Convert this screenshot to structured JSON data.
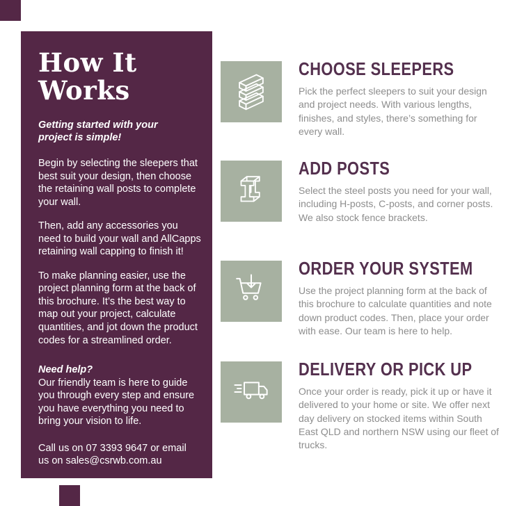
{
  "colors": {
    "panel_purple": "#542746",
    "icon_sage": "#a7b1a1",
    "heading_plum": "#54304e",
    "body_gray": "#8d8d8d"
  },
  "sidebar": {
    "heading": "How It Works",
    "intro": "Getting started with your project is simple!",
    "paragraphs": [
      "Begin by selecting the sleepers that best suit your design, then choose the retaining wall posts to complete your wall.",
      "Then, add any accessories you need to build your wall and AllCapps retaining wall capping to finish it!",
      "To make planning easier, use the project planning form at the back of this brochure. It’s the best way to map out your project, calculate quantities, and jot down the product codes for a streamlined order."
    ],
    "need_help_label": "Need help?",
    "need_help_text": "Our friendly team is here to guide you through every step and ensure you have everything you need to bring your vision to life.",
    "contact": "Call us on 07 3393 9647 or email us on sales@csrwb.com.au"
  },
  "steps": [
    {
      "title": "CHOOSE SLEEPERS",
      "description": "Pick the perfect sleepers to suit your design and project needs. With various lengths, finishes, and styles, there’s something for every wall.",
      "icon": "sleepers-icon"
    },
    {
      "title": "ADD POSTS",
      "description": "Select the steel posts you need for your wall, including H-posts, C-posts, and corner posts. We also stock fence brackets.",
      "icon": "steel-post-icon"
    },
    {
      "title": "ORDER YOUR SYSTEM",
      "description": "Use the project planning form at the back of this brochure to calculate quantities and note down product codes. Then, place your order with ease. Our team is here to help.",
      "icon": "cart-download-icon"
    },
    {
      "title": "DELIVERY OR PICK UP",
      "description": "Once your order is ready, pick it up or have it delivered to your home or site. We offer next day delivery on stocked items within South East QLD and northern NSW using our fleet of trucks.",
      "icon": "delivery-truck-icon"
    }
  ]
}
